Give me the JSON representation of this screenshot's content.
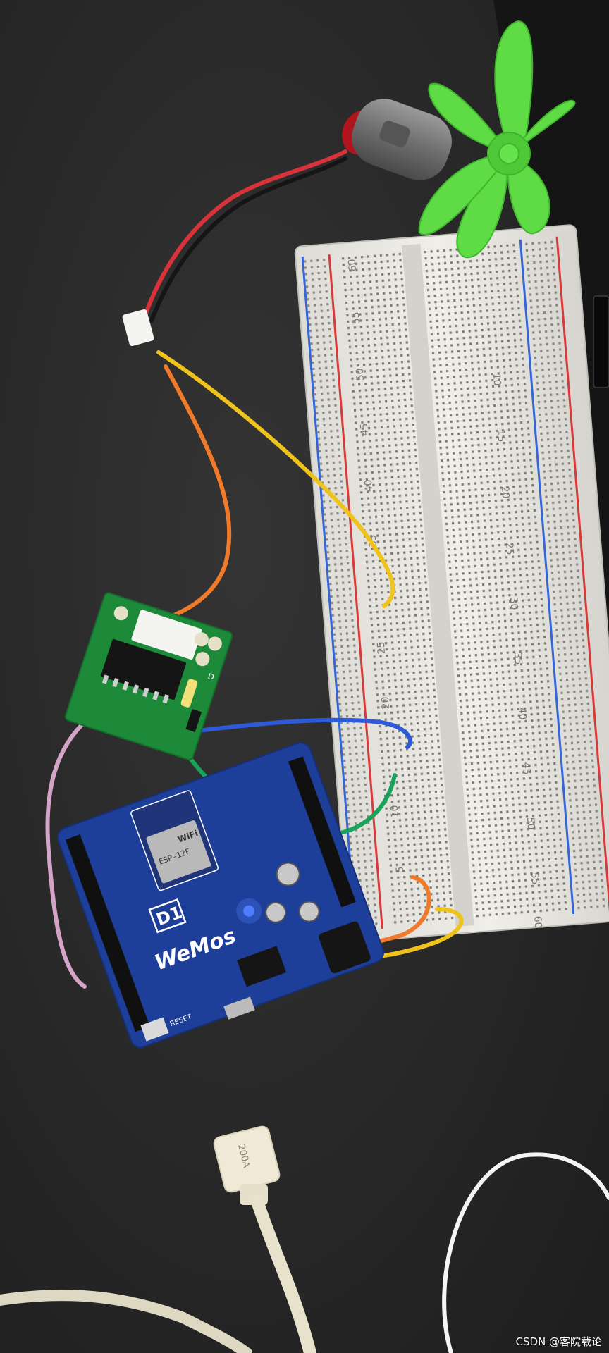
{
  "watermark": {
    "text": "CSDN @客院载论"
  },
  "board_labels": {
    "wemos": "WeMos",
    "d1": "D1",
    "wifi": "WiFi",
    "chip": "ESP-12F",
    "reset": "RESET",
    "driver_led": "D",
    "usb": "200A"
  },
  "breadboard_labels": {
    "left_numbers": [
      "60",
      "55",
      "50",
      "45",
      "40",
      "35",
      "25",
      "20",
      "10",
      "5"
    ],
    "right_numbers": [
      "10",
      "15",
      "20",
      "25",
      "30",
      "35",
      "40",
      "45",
      "50",
      "55",
      "60"
    ]
  },
  "colors": {
    "desk": "#2a2a2a",
    "board_blue": "#1d3f9a",
    "driver_green": "#1d8a3a",
    "fan_green": "#5fdc45",
    "breadboard": "#e8e6e1",
    "wire_red": "#d8323a",
    "wire_yellow": "#f0c21c",
    "wire_orange": "#f17a2a",
    "wire_blue": "#2d5ad8",
    "wire_green": "#17a35a",
    "wire_pink": "#d3a4c8"
  }
}
